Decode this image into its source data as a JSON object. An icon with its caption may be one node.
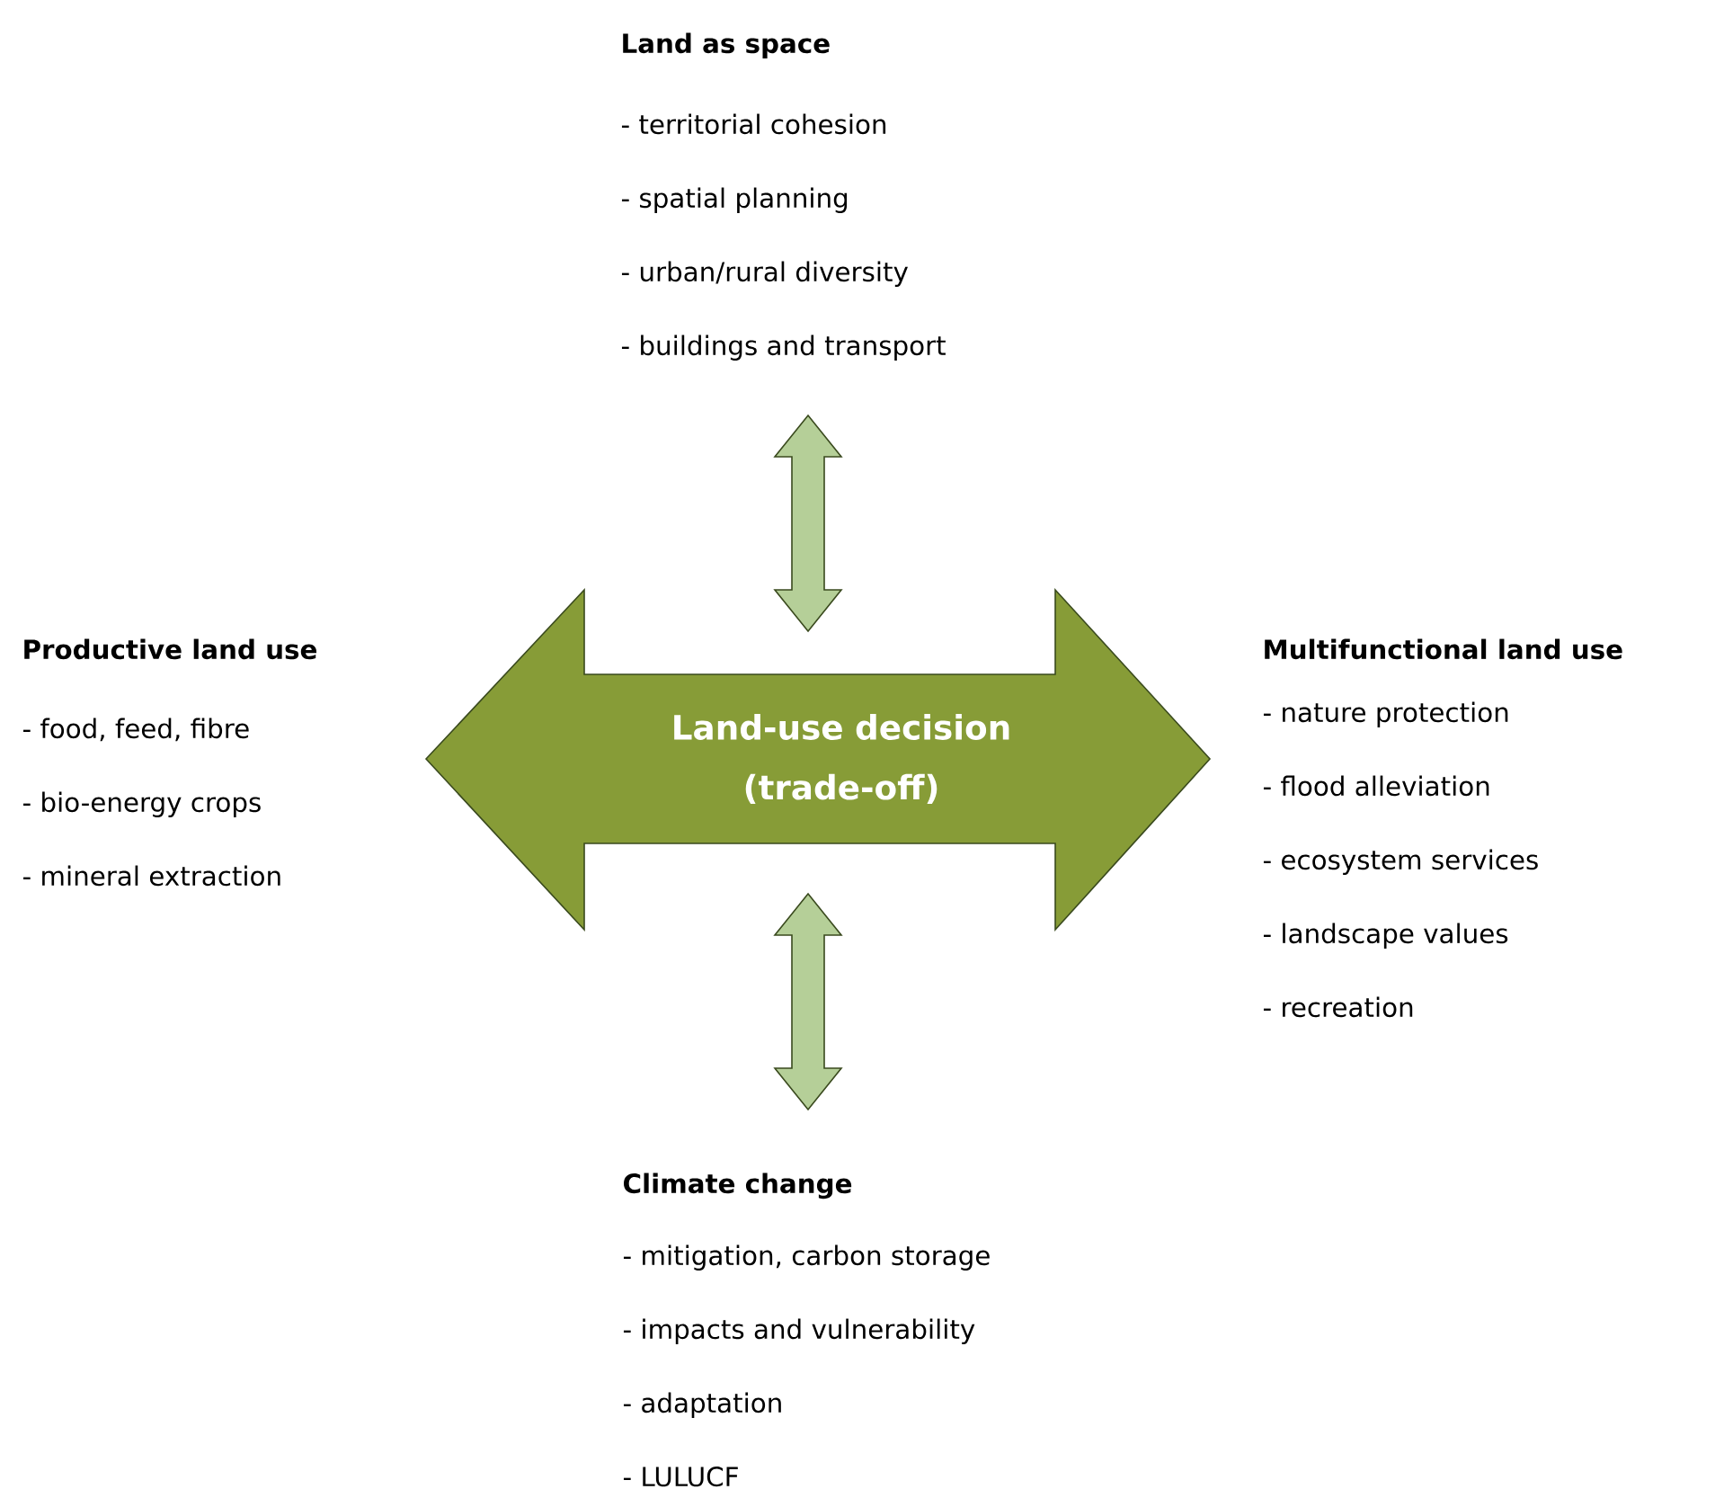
{
  "diagram": {
    "nodes": [
      {
        "text": [
          "Land as space",
          "-  territorial cohesion",
          "-  spatial planning",
          "-  urban/rural diversity",
          "-  buildings and transport"
        ]
      },
      {
        "text": [
          "Productive land use",
          "-  food, feed, fibre",
          "-  bio-energy crops",
          "-  mineral extraction"
        ]
      },
      {
        "text": [
          "Land-use decision (trade-off)"
        ]
      },
      {
        "text": [
          "Multifunctional land use",
          "-  nature protection",
          "-  flood alleviation",
          "-  ecosystem services",
          "-  landscape values",
          "-  recreation"
        ]
      },
      {
        "text": [
          "Climate change",
          "-  mitigation, carbon storage",
          "-  impacts and vulnerability",
          "-  adaptation",
          "-  LULUCF"
        ]
      }
    ],
    "edges": [
      {
        "from": 2,
        "to": 0,
        "arrow": "both"
      },
      {
        "from": 2,
        "to": 4,
        "arrow": "both"
      }
    ]
  }
}
